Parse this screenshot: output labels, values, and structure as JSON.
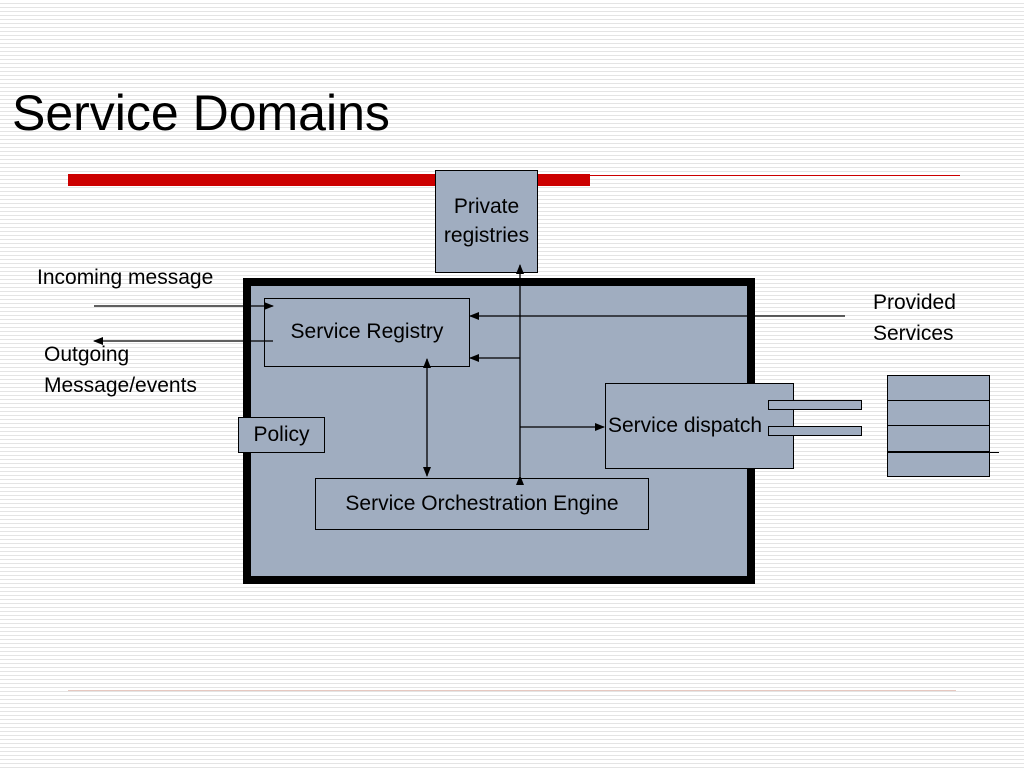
{
  "slide": {
    "title": "Service Domains",
    "colors": {
      "accent": "#cc0000",
      "box_fill": "#a0adc0",
      "frame": "#000000"
    }
  },
  "diagram": {
    "nodes": {
      "private_registries": "Private registries",
      "service_registry": "Service Registry",
      "policy": "Policy",
      "service_orchestration_engine": "Service Orchestration Engine",
      "service_dispatch": "Service dispatch"
    },
    "labels": {
      "incoming_message": "Incoming message",
      "outgoing_line1": "Outgoing",
      "outgoing_line2": "Message/events",
      "provided_line1": "Provided",
      "provided_line2": "Services"
    },
    "provided_services_table_rows": 4,
    "edges": [
      {
        "from": "incoming_message",
        "to": "service_registry"
      },
      {
        "from": "service_registry",
        "to": "outgoing_message_events"
      },
      {
        "from": "provided_services",
        "to": "service_registry"
      },
      {
        "from": "private_registries",
        "to": "service_registry"
      },
      {
        "from": "private_registries",
        "to": "service_orchestration_engine",
        "bidirectional": true
      },
      {
        "from": "service_registry",
        "to": "service_orchestration_engine",
        "bidirectional": true
      },
      {
        "from": "private_registries",
        "to": "service_dispatch"
      }
    ]
  }
}
